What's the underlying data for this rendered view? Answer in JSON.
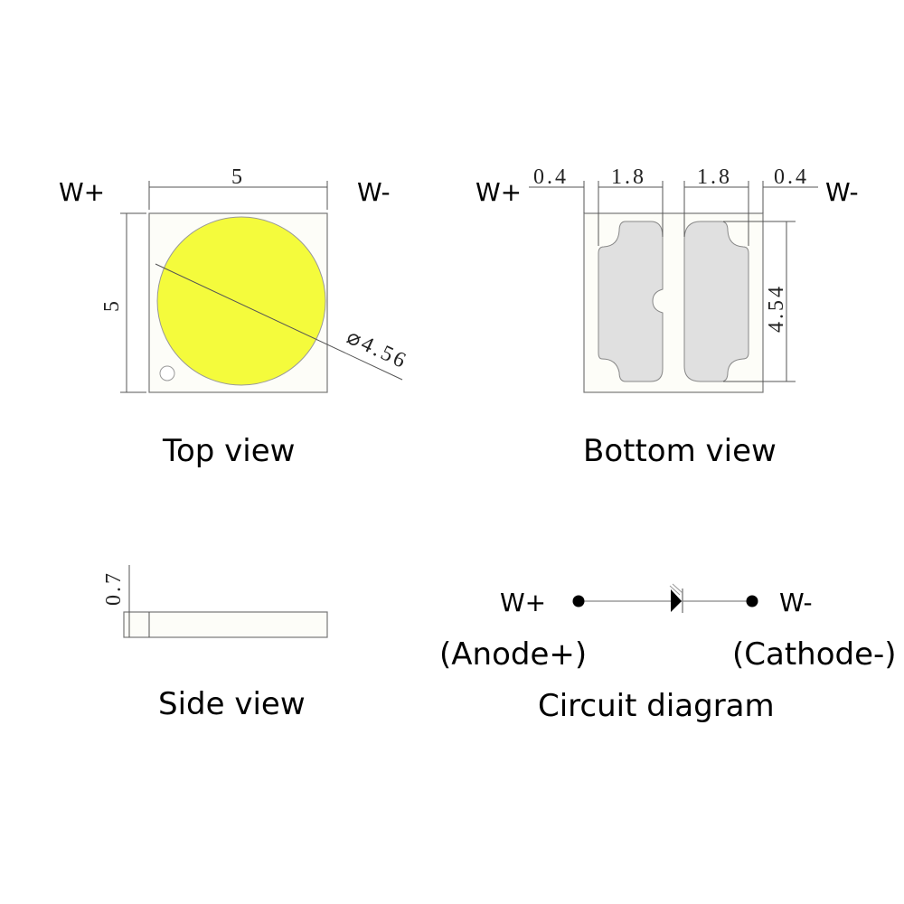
{
  "top_view": {
    "caption": "Top view",
    "pin_left": "W+",
    "pin_right": "W-",
    "dim_width": "5",
    "dim_height": "5",
    "dim_diameter": "⌀4.56"
  },
  "bottom_view": {
    "caption": "Bottom view",
    "pin_left": "W+",
    "pin_right": "W-",
    "dim_edge_left": "0.4",
    "dim_pad_left": "1.8",
    "dim_pad_right": "1.8",
    "dim_edge_right": "0.4",
    "dim_pad_height": "4.54"
  },
  "side_view": {
    "caption": "Side view",
    "dim_thickness": "0.7"
  },
  "circuit": {
    "caption": "Circuit diagram",
    "pin_left": "W+",
    "pin_right": "W-",
    "anode_label": "(Anode+)",
    "cathode_label": "(Cathode-)"
  },
  "colors": {
    "phosphor": "#f4fb3c",
    "pad": "#e0e0e0",
    "package": "#fdfdf8"
  }
}
